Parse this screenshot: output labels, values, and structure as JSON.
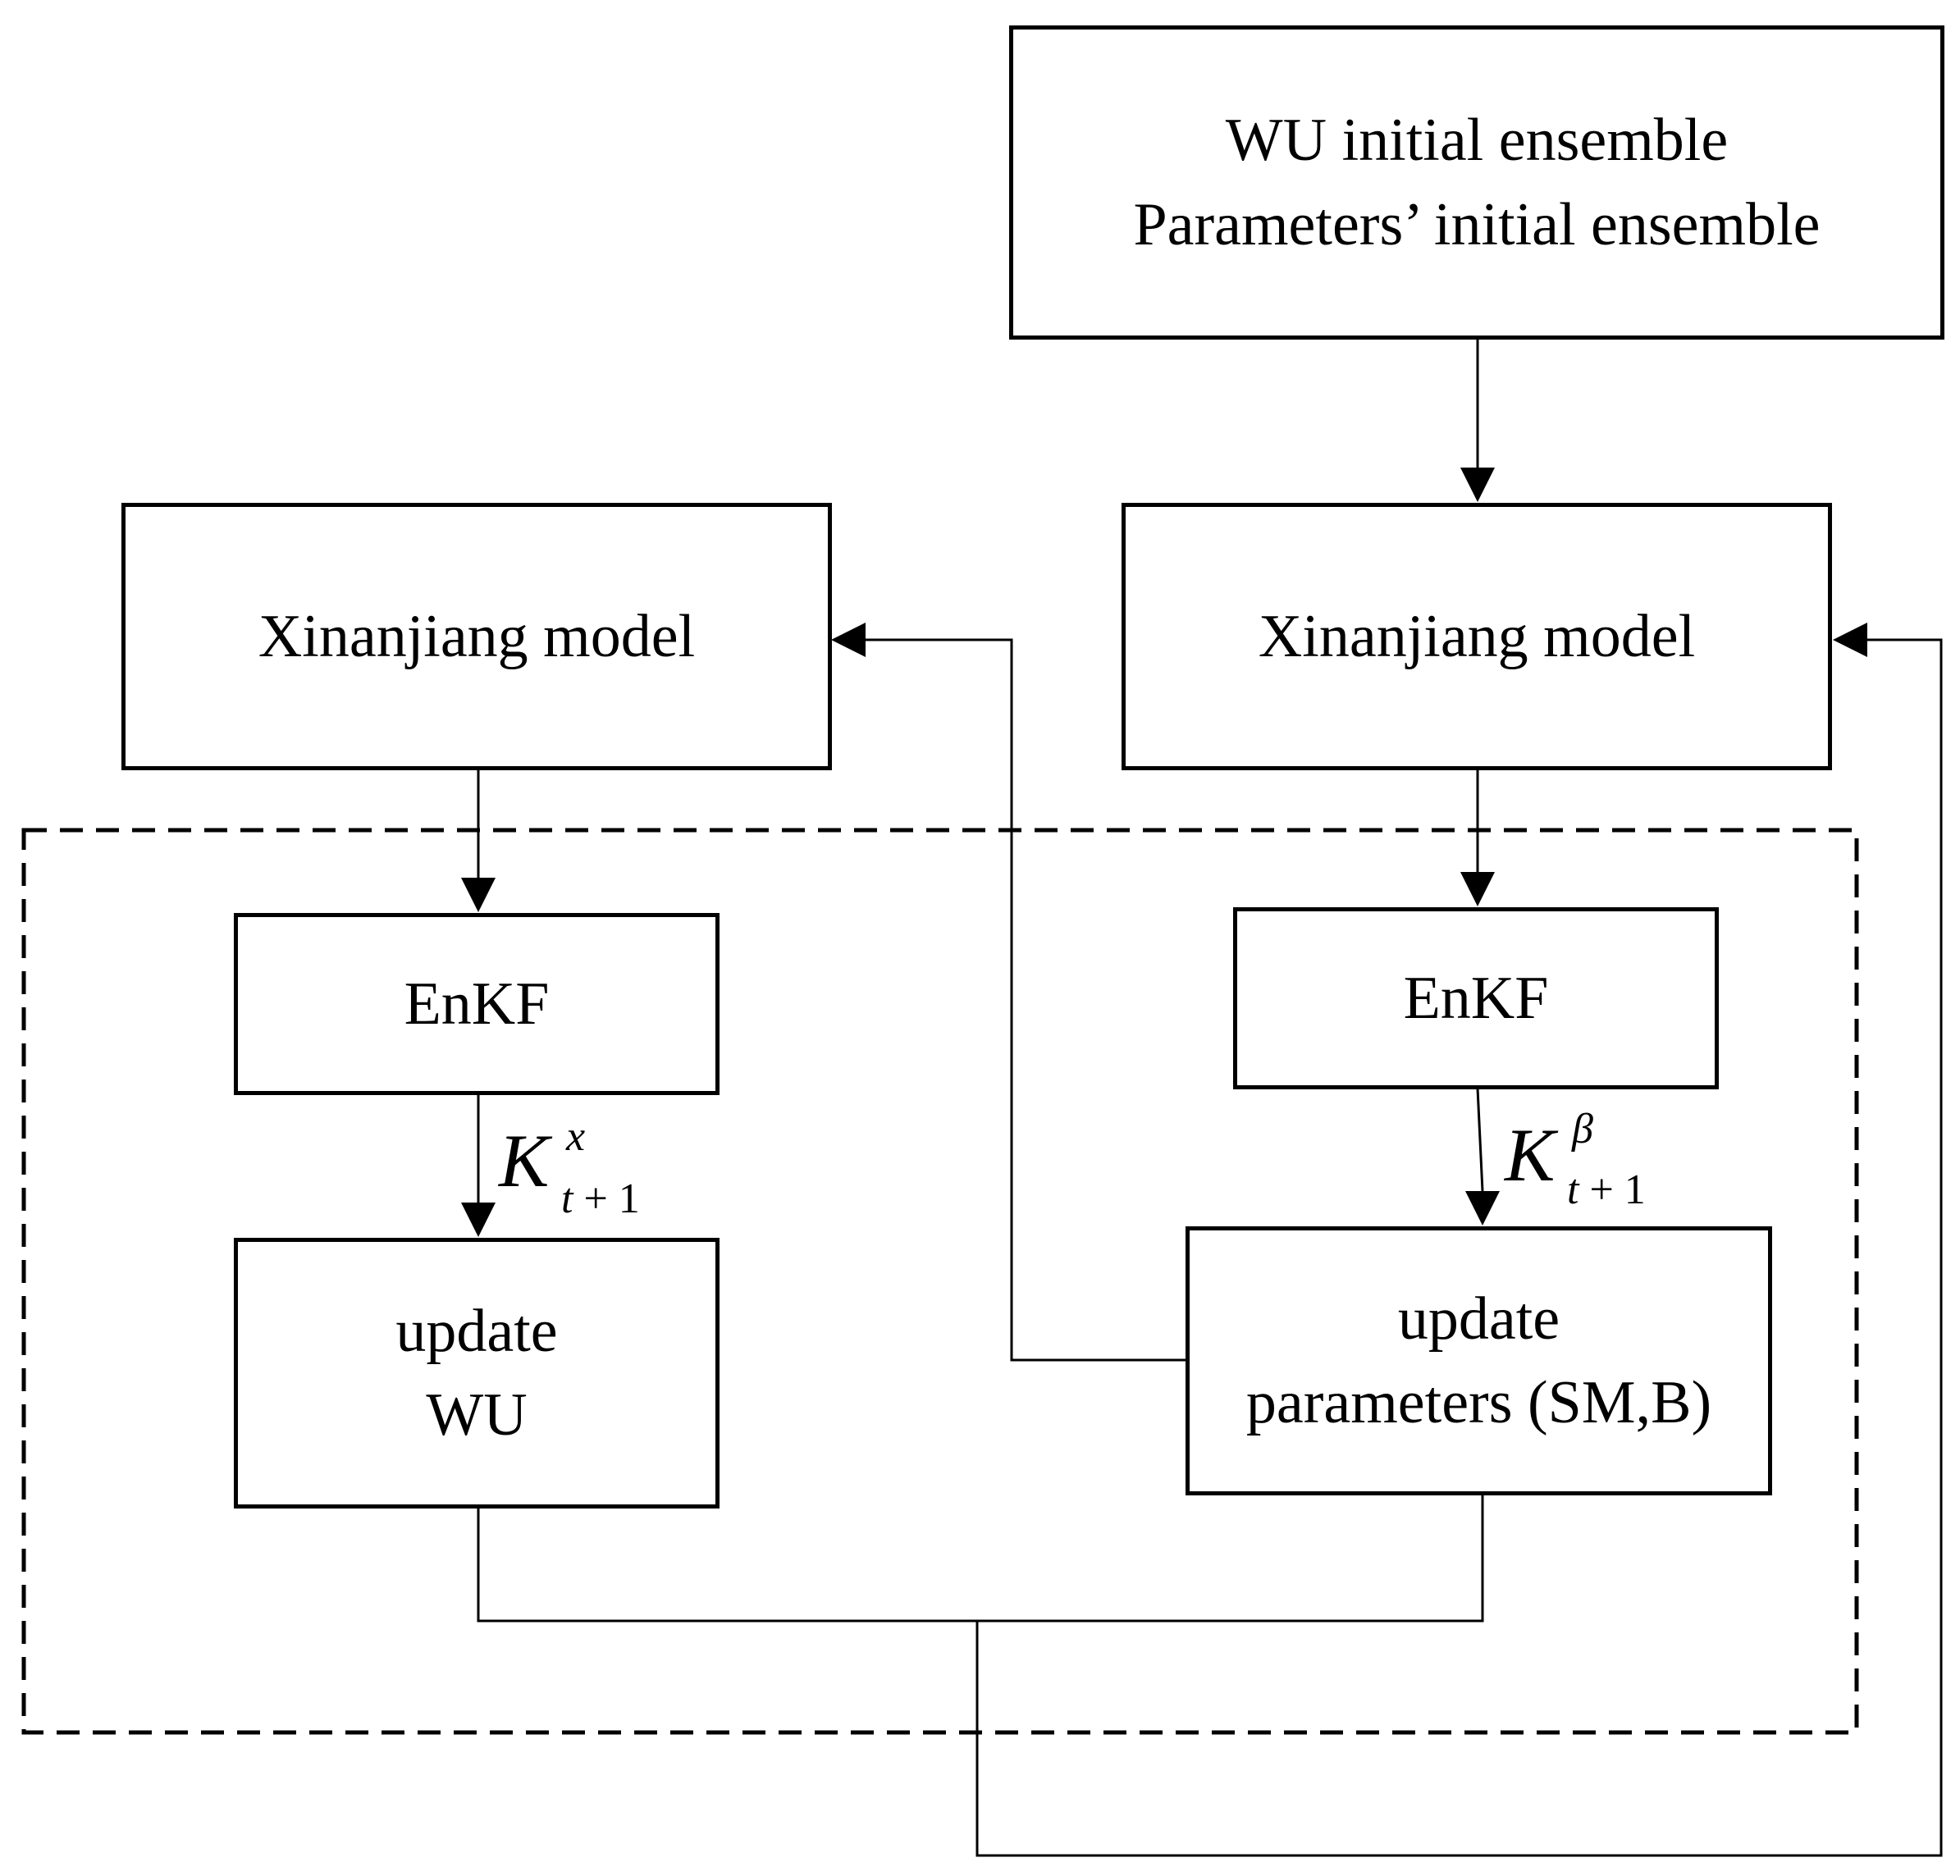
{
  "boxes": {
    "init": {
      "line1": "WU  initial  ensemble",
      "line2": "Parameters’ initial ensemble"
    },
    "model_left": {
      "label": "Xinanjiang model"
    },
    "model_right": {
      "label": "Xinanjiang model"
    },
    "enkf_left": {
      "label": "EnKF"
    },
    "enkf_right": {
      "label": "EnKF"
    },
    "update_left": {
      "line1": "update",
      "line2": "WU"
    },
    "update_right": {
      "line1": "update",
      "line2": "parameters (SM,B)"
    }
  },
  "gains": {
    "left": {
      "symbol": "K",
      "superscript": "x",
      "subscript_var": "t",
      "subscript_rest": " + 1"
    },
    "right": {
      "symbol": "K",
      "superscript": "β",
      "subscript_var": "t",
      "subscript_rest": " + 1"
    }
  }
}
